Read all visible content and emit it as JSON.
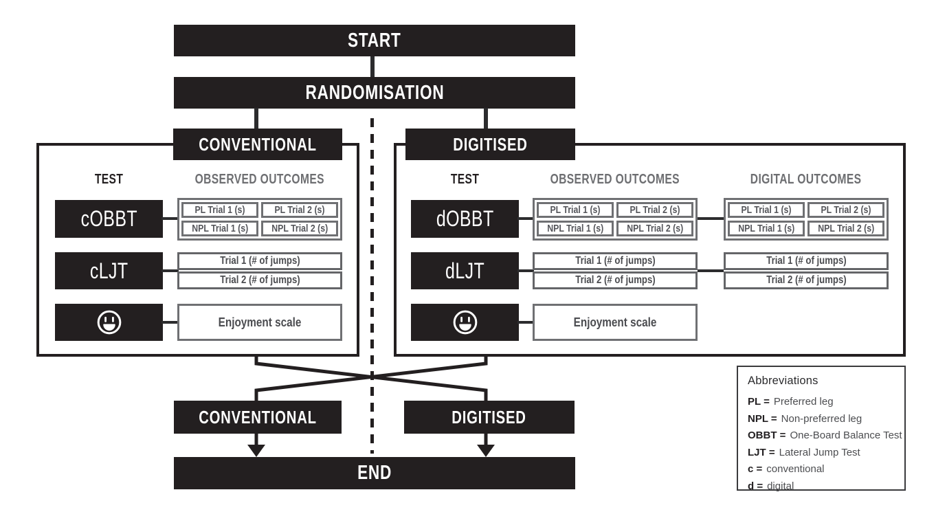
{
  "colors": {
    "ink": "#231f20",
    "outcome_border_gray": "#6f7073",
    "header_gray": "#6d6e71",
    "cell_text_gray": "#54555a",
    "white": "#ffffff"
  },
  "flow": {
    "start": "START",
    "randomisation": "RANDOMISATION",
    "end": "END"
  },
  "phase1": {
    "left": "CONVENTIONAL",
    "right": "DIGITISED"
  },
  "phase2": {
    "left": "CONVENTIONAL",
    "right": "DIGITISED"
  },
  "left_panel": {
    "headers": {
      "test": "TEST",
      "observed": "OBSERVED OUTCOMES"
    },
    "obbt": {
      "label": "cOBBT",
      "observed": [
        "PL Trial 1 (s)",
        "PL Trial 2 (s)",
        "NPL Trial 1 (s)",
        "NPL Trial 2 (s)"
      ]
    },
    "ljt": {
      "label": "cLJT",
      "observed": [
        "Trial 1 (# of jumps)",
        "Trial 2 (# of jumps)"
      ]
    },
    "enjoyment": {
      "icon": "smiley-icon",
      "observed": "Enjoyment scale"
    }
  },
  "right_panel": {
    "headers": {
      "test": "TEST",
      "observed": "OBSERVED OUTCOMES",
      "digital": "DIGITAL OUTCOMES"
    },
    "obbt": {
      "label": "dOBBT",
      "observed": [
        "PL Trial 1 (s)",
        "PL Trial 2 (s)",
        "NPL Trial 1 (s)",
        "NPL Trial 2 (s)"
      ],
      "digital": [
        "PL Trial 1 (s)",
        "PL Trial 2 (s)",
        "NPL Trial 1 (s)",
        "NPL Trial 2 (s)"
      ]
    },
    "ljt": {
      "label": "dLJT",
      "observed": [
        "Trial 1 (# of jumps)",
        "Trial 2 (# of jumps)"
      ],
      "digital": [
        "Trial 1 (# of jumps)",
        "Trial 2 (# of jumps)"
      ]
    },
    "enjoyment": {
      "icon": "smiley-icon",
      "observed": "Enjoyment scale"
    }
  },
  "legend": {
    "title": "Abbreviations",
    "items": [
      {
        "term": "PL =",
        "definition": "Preferred leg"
      },
      {
        "term": "NPL =",
        "definition": "Non-preferred leg"
      },
      {
        "term": "OBBT =",
        "definition": "One-Board Balance Test"
      },
      {
        "term": "LJT =",
        "definition": "Lateral Jump Test"
      },
      {
        "term": "c =",
        "definition": "conventional"
      },
      {
        "term": "d =",
        "definition": "digital"
      }
    ]
  }
}
